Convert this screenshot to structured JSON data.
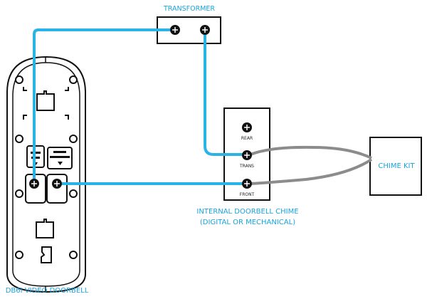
{
  "diagram": {
    "transformer": {
      "label": "TRANSFORMER"
    },
    "chime": {
      "label_line1": "INTERNAL DOORBELL CHIME",
      "label_line2": "(DIGITAL OR MECHANICAL)",
      "terminals": [
        "REAR",
        "TRANS",
        "FRONT"
      ]
    },
    "chime_kit": {
      "label": "CHIME KIT"
    },
    "doorbell": {
      "label": "DB6I VIDEO DOORBELL"
    },
    "colors": {
      "wire_blue": "#29b3e6",
      "wire_gray": "#8c8c8c",
      "label_blue": "#1aa3dc",
      "outline": "#111111"
    }
  }
}
